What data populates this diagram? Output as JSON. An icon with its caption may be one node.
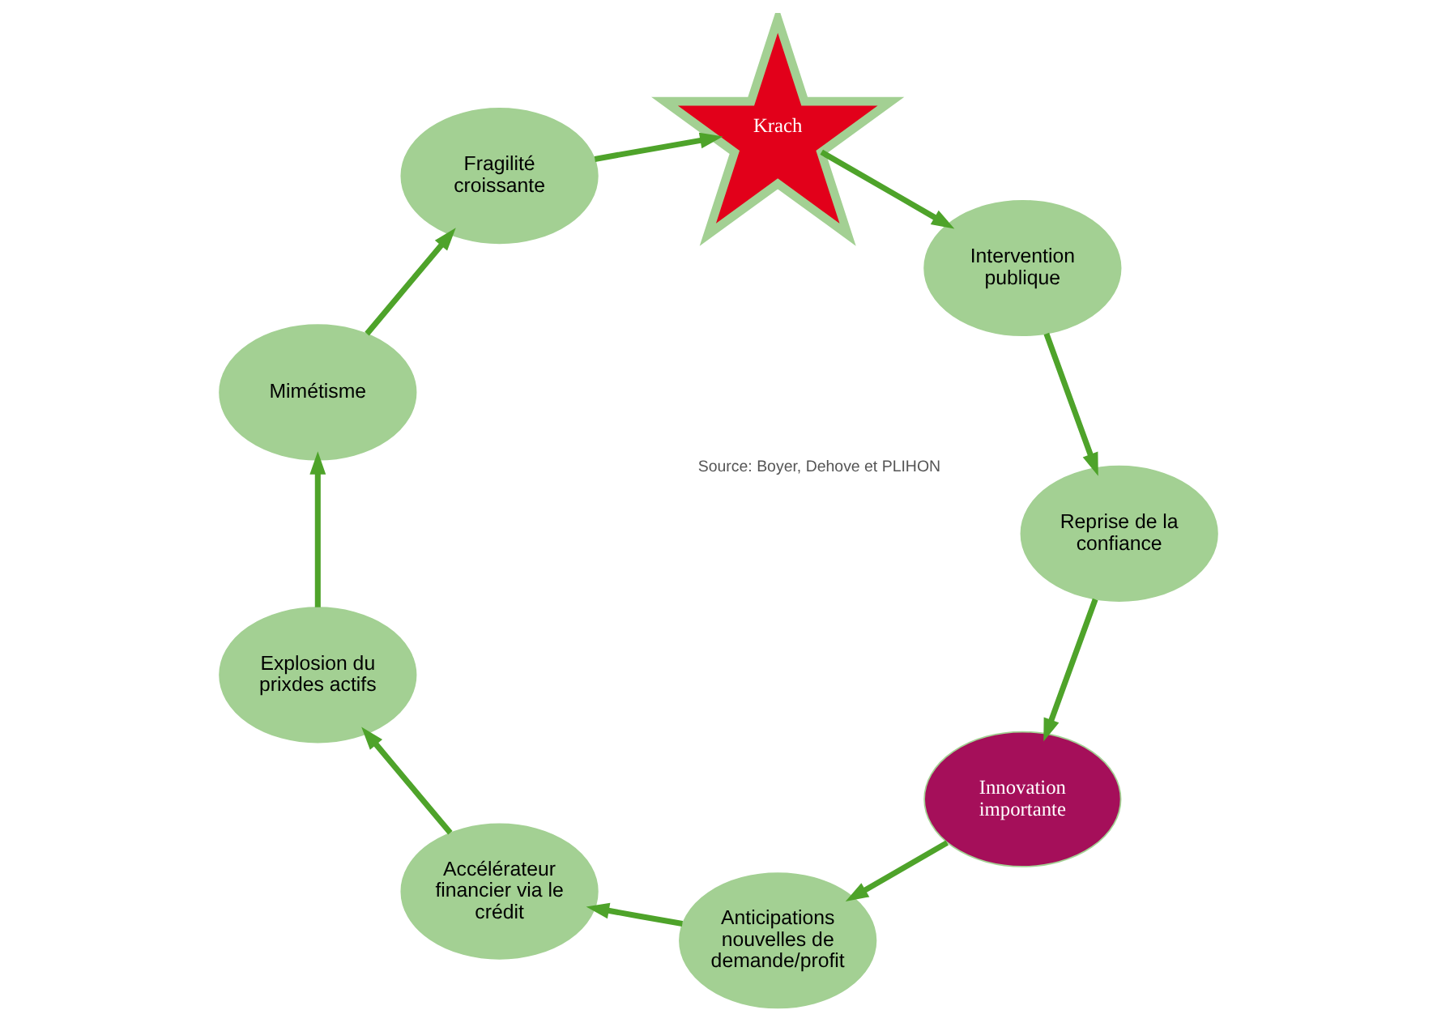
{
  "diagram": {
    "nodes": [
      {
        "text": [
          "Innovation importante"
        ]
      },
      {
        "text": [
          "Anticipations nouvelles de demande/profit"
        ]
      },
      {
        "text": [
          "Accélérateur financier via le crédit"
        ]
      },
      {
        "text": [
          "Explosion du prixdes actifs"
        ]
      },
      {
        "text": [
          "Mimétisme"
        ]
      },
      {
        "text": [
          "Fragilité croissante"
        ]
      },
      {
        "text": [
          "Krach"
        ]
      },
      {
        "text": [
          "Intervention publique"
        ]
      },
      {
        "text": [
          "Reprise de la confiance"
        ]
      }
    ],
    "edges": [
      {
        "from": 0,
        "to": 1,
        "arrow": "to"
      },
      {
        "from": 1,
        "to": 2,
        "arrow": "to"
      },
      {
        "from": 2,
        "to": 3,
        "arrow": "to"
      },
      {
        "from": 3,
        "to": 4,
        "arrow": "to"
      },
      {
        "from": 4,
        "to": 5,
        "arrow": "to"
      },
      {
        "from": 5,
        "to": 6,
        "arrow": "to"
      },
      {
        "from": 6,
        "to": 7,
        "arrow": "to"
      },
      {
        "from": 7,
        "to": 8,
        "arrow": "to"
      },
      {
        "from": 8,
        "to": 0,
        "arrow": "to"
      }
    ],
    "labels": [
      "Source: Boyer, Dehove et PLIHON"
    ]
  }
}
